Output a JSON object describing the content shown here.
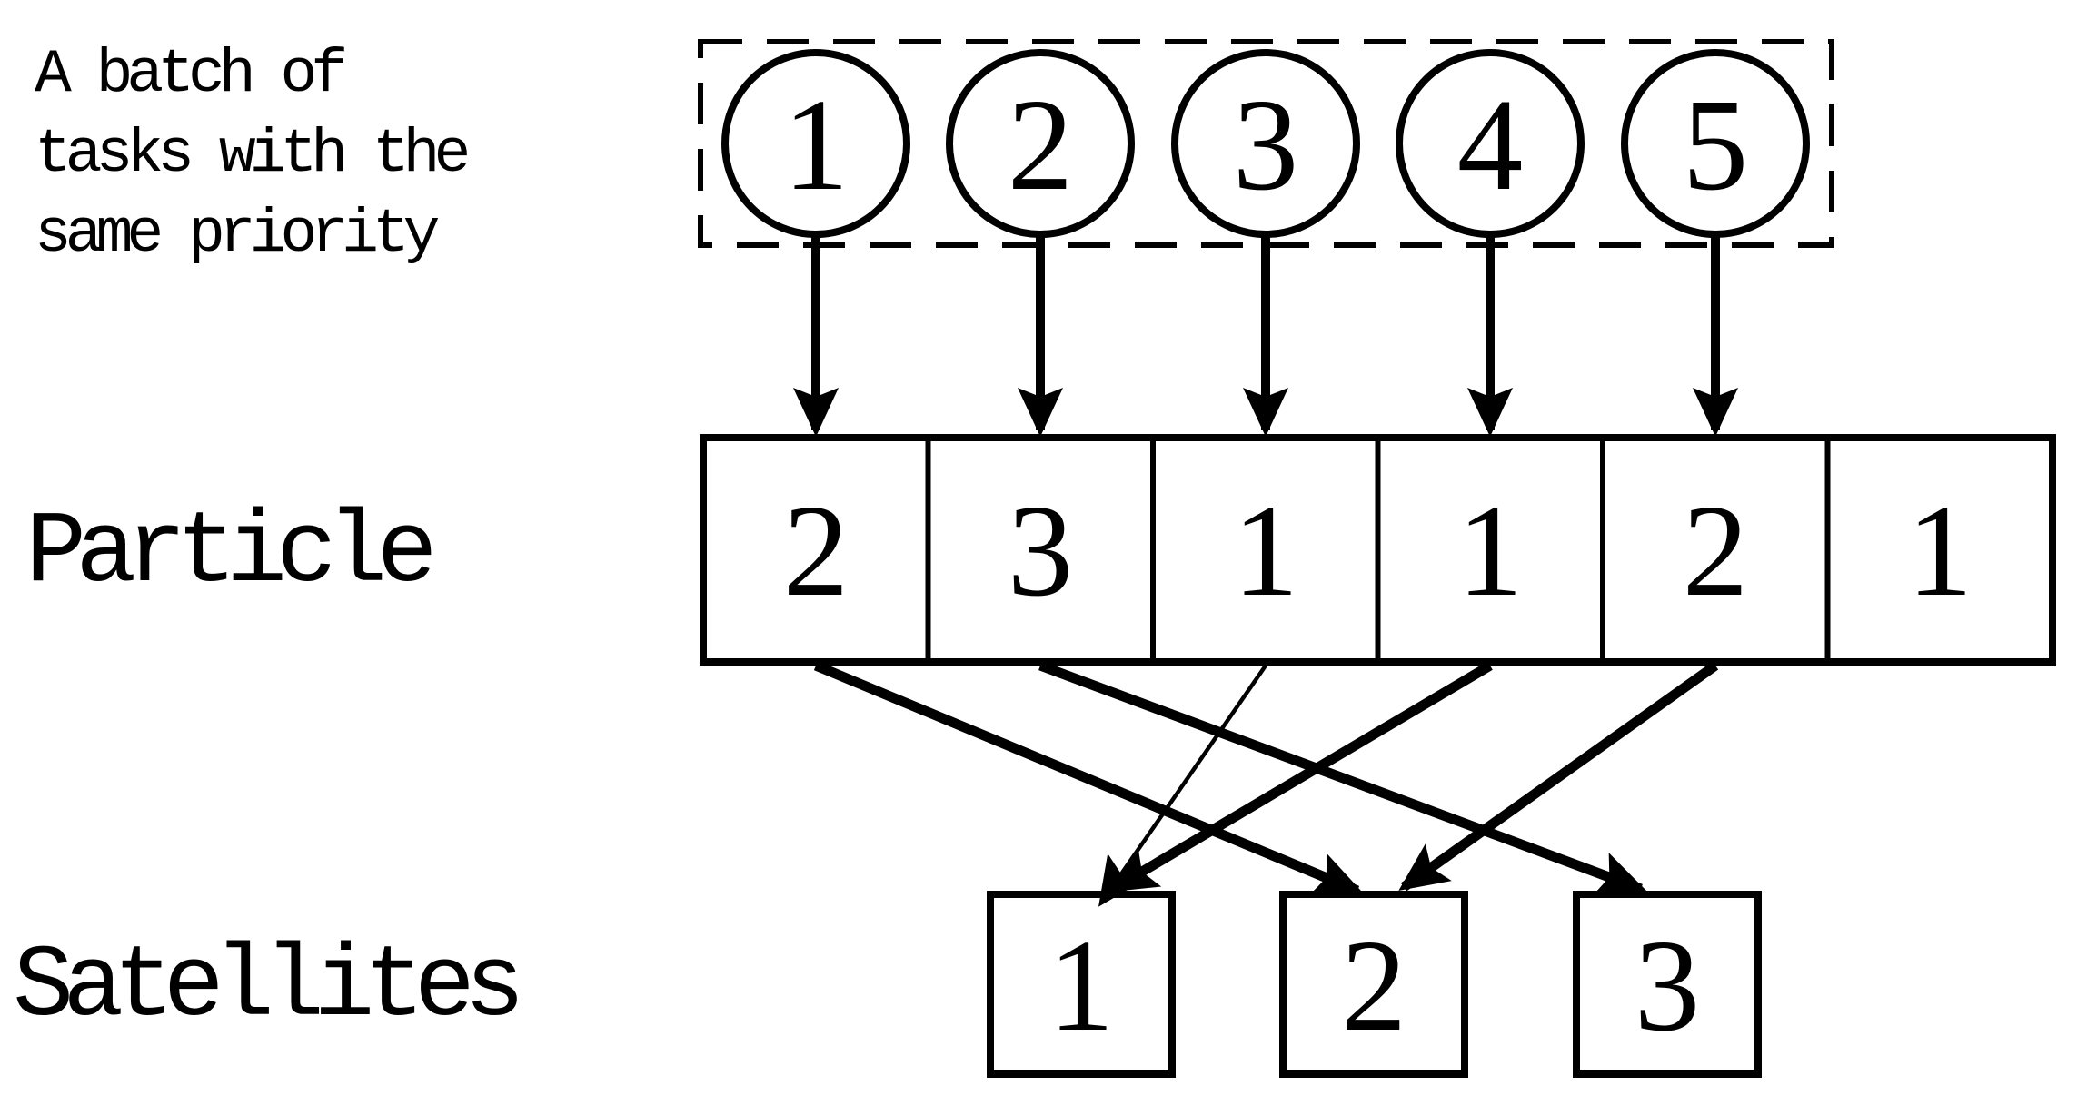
{
  "note": {
    "line1": "A batch of",
    "line2": "tasks with the",
    "line3": "same priority"
  },
  "tasks": [
    "1",
    "2",
    "3",
    "4",
    "5"
  ],
  "particle": {
    "label": "Particle",
    "cells": [
      "2",
      "3",
      "1",
      "1",
      "2",
      "1"
    ]
  },
  "satellites": {
    "label": "Satellites",
    "boxes": [
      "1",
      "2",
      "3"
    ]
  },
  "assignments": [
    {
      "task": "1",
      "satellite": "2"
    },
    {
      "task": "2",
      "satellite": "3"
    },
    {
      "task": "3",
      "satellite": "1"
    },
    {
      "task": "4",
      "satellite": "1"
    },
    {
      "task": "5",
      "satellite": "2"
    }
  ],
  "colors": {
    "ink": "#000000",
    "background": "#ffffff"
  }
}
